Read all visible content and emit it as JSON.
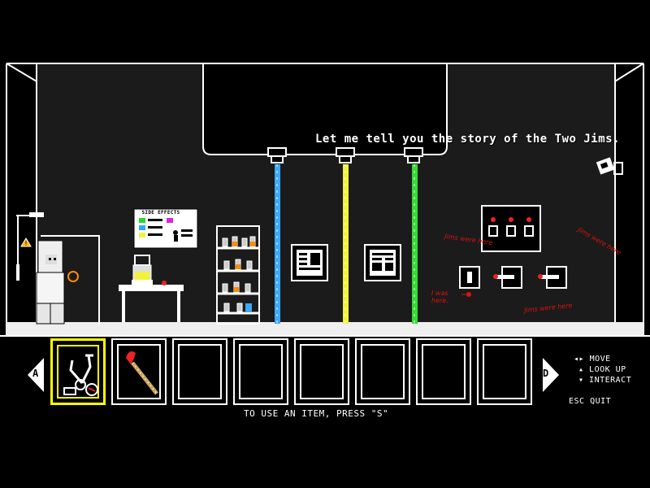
{
  "dialogue": "Let me tell you the story of the Two Jims.",
  "poster": {
    "title": "SIDE EFFECTS"
  },
  "graffiti": {
    "g1": "Jims were here",
    "g2": "Jims were here",
    "g3": "I was here.",
    "g4": "Jims were here"
  },
  "colors": {
    "beam_blue": "#39a9ff",
    "beam_yellow": "#f2f23a",
    "beam_green": "#33dd33",
    "selected_slot": "#ffff00",
    "graffiti_red": "#dd1111"
  },
  "inventory": {
    "left_key": "A",
    "right_key": "D",
    "slots": [
      {
        "item": "grabber-claw-icon",
        "selected": true
      },
      {
        "item": "torch-icon",
        "selected": false
      },
      {
        "item": "",
        "selected": false
      },
      {
        "item": "",
        "selected": false
      },
      {
        "item": "",
        "selected": false
      },
      {
        "item": "",
        "selected": false
      },
      {
        "item": "",
        "selected": false
      },
      {
        "item": "",
        "selected": false
      }
    ],
    "hint": "TO USE AN ITEM, PRESS \"S\""
  },
  "controls": {
    "move": "MOVE",
    "look_up": "LOOK UP",
    "interact": "INTERACT",
    "esc_key": "ESC",
    "quit": "QUIT"
  }
}
